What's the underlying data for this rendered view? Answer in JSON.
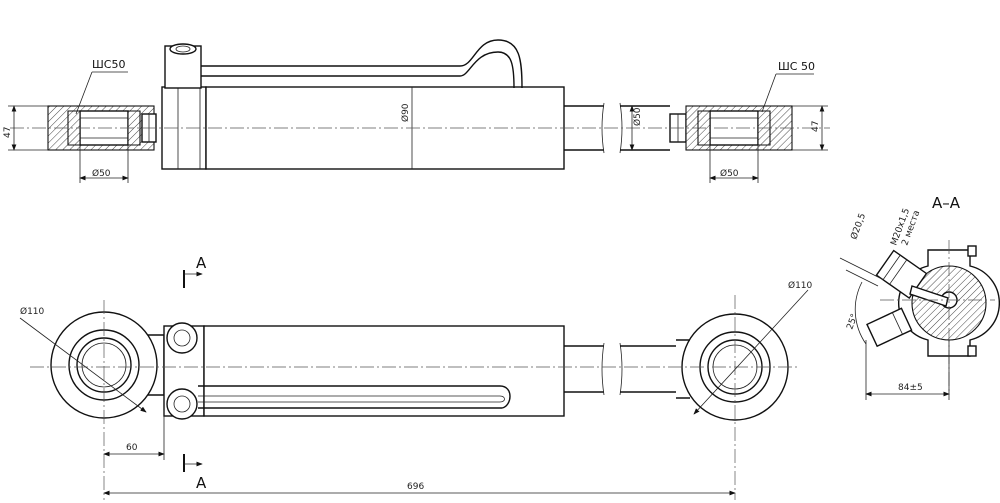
{
  "labels": {
    "bearing_left": "ШС50",
    "bearing_right": "ШС 50",
    "section_mark_top": "A",
    "section_mark_bottom": "A",
    "section_title": "A–A"
  },
  "dimensions": {
    "height_left": "47",
    "height_right": "47",
    "bore_left": "Ø50",
    "bore_right": "Ø50",
    "rod_dia": "Ø50",
    "body_dia": "Ø90",
    "eye_left": "Ø110",
    "eye_right": "Ø110",
    "offset_60": "60",
    "length_696": "696",
    "port_dia": "Ø20,5",
    "thread_line1": "M20x1,5",
    "thread_line2": "2 места",
    "angle": "25°",
    "section_width": "84±5"
  }
}
